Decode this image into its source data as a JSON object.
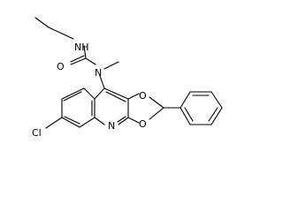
{
  "structure": {
    "atoms": {
      "n_ethyl": "NH",
      "o_carbonyl": "O",
      "n_methyl": "N",
      "chloro": "Cl",
      "n_ring": "N",
      "o_dioxole_top": "O",
      "o_dioxole_bottom": "O"
    }
  },
  "colors": {
    "bond": "#000000",
    "text": "#000000",
    "background": "#ffffff"
  }
}
